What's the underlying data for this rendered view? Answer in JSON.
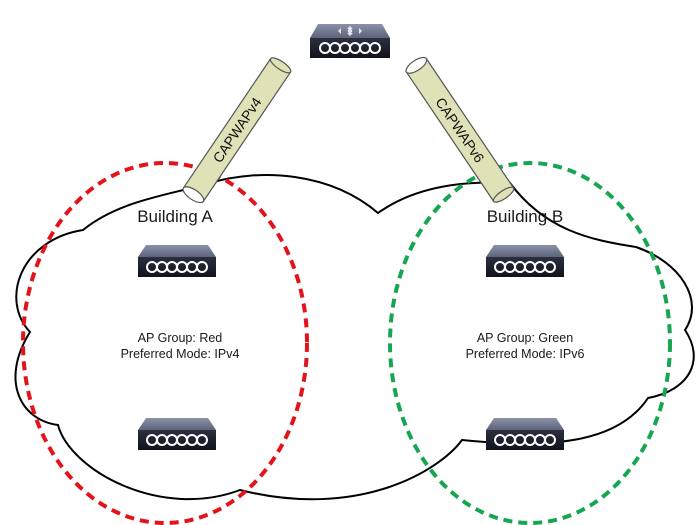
{
  "diagram": {
    "controller": {
      "icon": "wireless-lan-controller-icon"
    },
    "tunnels": [
      {
        "label": "CAPWAPv4",
        "color": "#dfe2b6"
      },
      {
        "label": "CAPWAPv6",
        "color": "#dfe2b6"
      }
    ],
    "network_cloud": {
      "icon": "cloud-icon"
    },
    "buildings": [
      {
        "name": "Building A",
        "group_line": "AP Group: Red",
        "mode_line": "Preferred Mode: IPv4",
        "boundary_color": "#e3131b",
        "access_points": 2
      },
      {
        "name": "Building B",
        "group_line": "AP Group: Green",
        "mode_line": "Preferred Mode: IPv6",
        "boundary_color": "#16a651",
        "access_points": 2
      }
    ]
  }
}
